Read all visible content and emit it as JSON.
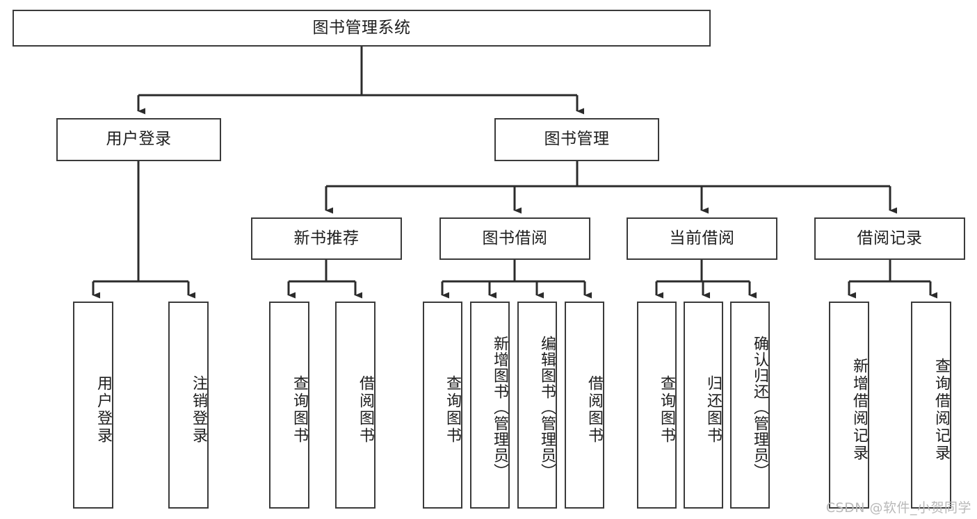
{
  "diagram": {
    "title": "图书管理系统",
    "type": "hierarchy-tree",
    "orientation": "top-down",
    "colors": {
      "border": "#3a3a3a",
      "fill": "#ffffff",
      "text": "#1d1d1d",
      "edge": "#2b2b2b",
      "watermark": "#b9b9b9"
    },
    "levels": 4
  },
  "watermark": {
    "text": "CSDN @软件_小贺同学"
  },
  "nodes": {
    "root": {
      "label": "图书管理系统",
      "level": 1
    },
    "level2": [
      {
        "id": "user-login",
        "label": "用户登录"
      },
      {
        "id": "book-manage",
        "label": "图书管理"
      }
    ],
    "level3": [
      {
        "id": "new-book-recommend",
        "label": "新书推荐",
        "parent": "book-manage"
      },
      {
        "id": "book-borrow",
        "label": "图书借阅",
        "parent": "book-manage"
      },
      {
        "id": "current-borrow",
        "label": "当前借阅",
        "parent": "book-manage"
      },
      {
        "id": "borrow-record",
        "label": "借阅记录",
        "parent": "book-manage"
      }
    ],
    "leaves": [
      {
        "id": "leaf-user-login",
        "label": "用户登录",
        "parent": "user-login"
      },
      {
        "id": "leaf-user-logout",
        "label": "注销登录",
        "parent": "user-login"
      },
      {
        "id": "leaf-query-book-1",
        "label": "查询图书",
        "parent": "new-book-recommend"
      },
      {
        "id": "leaf-borrow-book-1",
        "label": "借阅图书",
        "parent": "new-book-recommend"
      },
      {
        "id": "leaf-query-book-2",
        "label": "查询图书",
        "parent": "book-borrow"
      },
      {
        "id": "leaf-add-book",
        "label": "新增图书（管理员）",
        "parent": "book-borrow"
      },
      {
        "id": "leaf-edit-book",
        "label": "编辑图书（管理员）",
        "parent": "book-borrow"
      },
      {
        "id": "leaf-borrow-book-2",
        "label": "借阅图书",
        "parent": "book-borrow"
      },
      {
        "id": "leaf-query-book-3",
        "label": "查询图书",
        "parent": "current-borrow"
      },
      {
        "id": "leaf-return-book",
        "label": "归还图书",
        "parent": "current-borrow"
      },
      {
        "id": "leaf-confirm-return",
        "label": "确认归还（管理员）",
        "parent": "current-borrow"
      },
      {
        "id": "leaf-add-record",
        "label": "新增借阅记录",
        "parent": "borrow-record"
      },
      {
        "id": "leaf-query-record",
        "label": "查询借阅记录",
        "parent": "borrow-record"
      }
    ]
  }
}
